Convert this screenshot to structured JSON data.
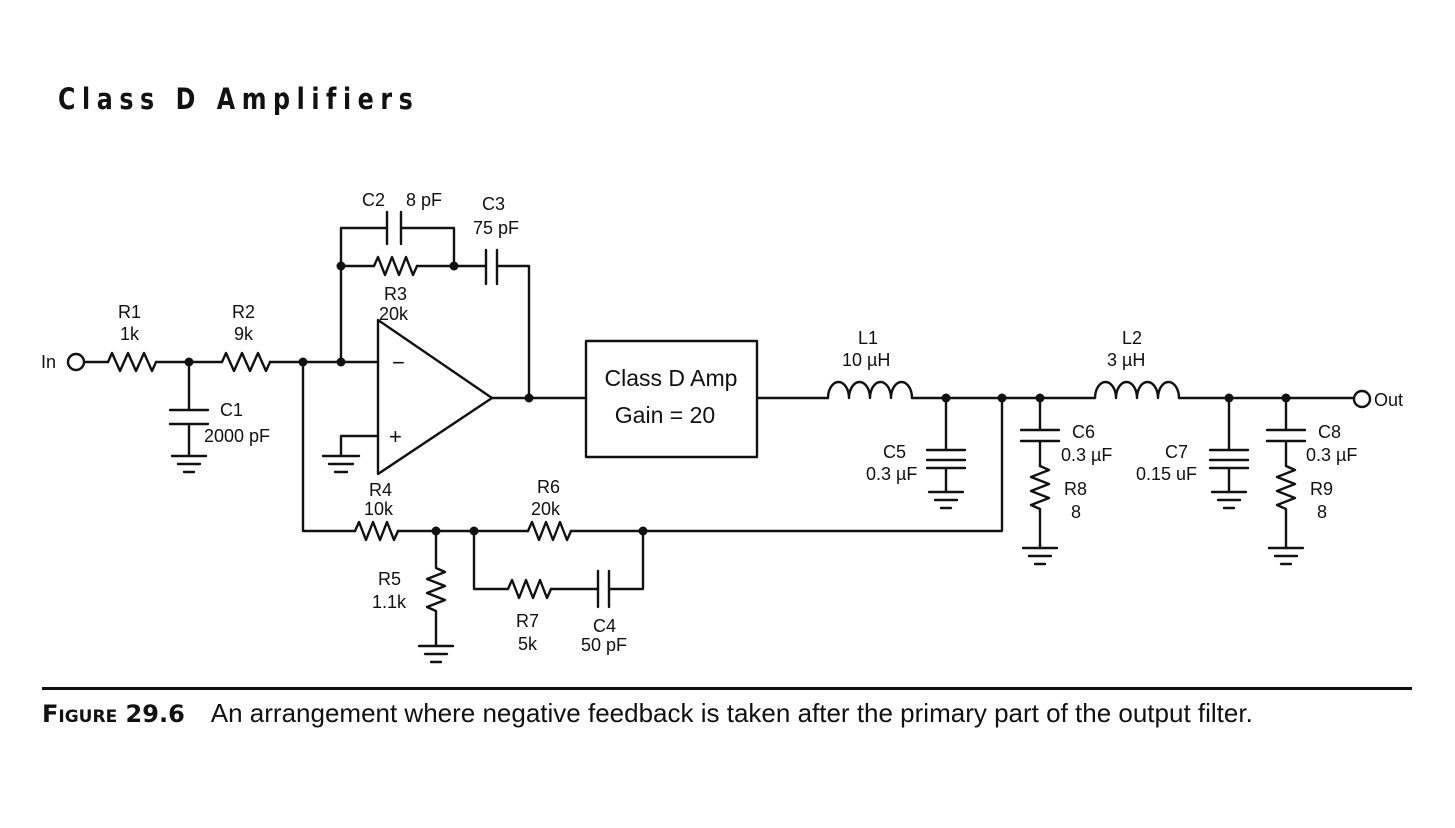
{
  "header": {
    "running_title": "Class D Amplifiers"
  },
  "circuit": {
    "input_label": "In",
    "output_label": "Out",
    "amp_block": {
      "line1": "Class D Amp",
      "line2": "Gain = 20"
    },
    "opamp": {
      "minus": "−",
      "plus": "+"
    },
    "components": {
      "R1": {
        "name": "R1",
        "value": "1k"
      },
      "R2": {
        "name": "R2",
        "value": "9k"
      },
      "C1": {
        "name": "C1",
        "value": "2000 pF"
      },
      "C2": {
        "name": "C2",
        "value": "8 pF"
      },
      "C3": {
        "name": "C3",
        "value": "75 pF"
      },
      "R3": {
        "name": "R3",
        "value": "20k"
      },
      "R4": {
        "name": "R4",
        "value": "10k"
      },
      "R5": {
        "name": "R5",
        "value": "1.1k"
      },
      "R6": {
        "name": "R6",
        "value": "20k"
      },
      "R7": {
        "name": "R7",
        "value": "5k"
      },
      "C4": {
        "name": "C4",
        "value": "50 pF"
      },
      "L1": {
        "name": "L1",
        "value": "10 µH"
      },
      "C5": {
        "name": "C5",
        "value": "0.3 µF"
      },
      "C6": {
        "name": "C6",
        "value": "0.3 µF"
      },
      "R8": {
        "name": "R8",
        "value": "8"
      },
      "L2": {
        "name": "L2",
        "value": "3 µH"
      },
      "C7": {
        "name": "C7",
        "value": "0.15 uF"
      },
      "C8": {
        "name": "C8",
        "value": "0.3 µF"
      },
      "R9": {
        "name": "R9",
        "value": "8"
      }
    }
  },
  "caption": {
    "figure_word": "Figure",
    "figure_number": "29.6",
    "text": "An arrangement where negative feedback is taken after the primary part of the output filter."
  }
}
